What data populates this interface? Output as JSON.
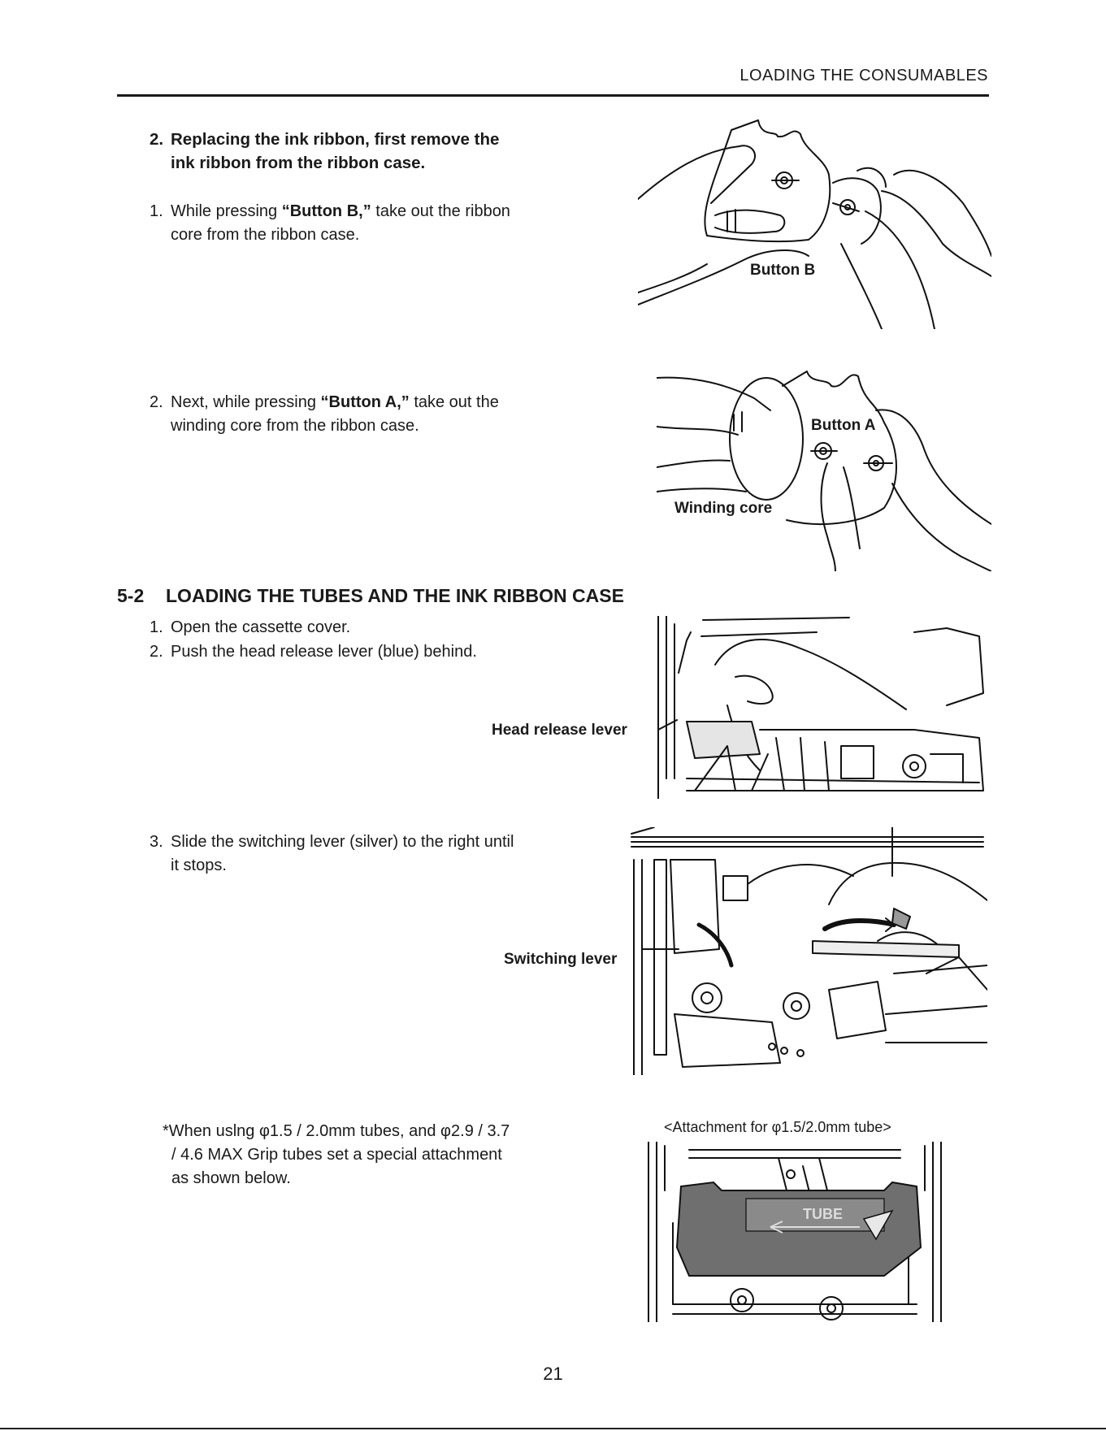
{
  "header": {
    "title": "LOADING THE CONSUMABLES"
  },
  "step_replace": {
    "number": "2.",
    "line1": "Replacing the ink ribbon, first remove the",
    "line2": "ink ribbon from the ribbon case."
  },
  "sub1": {
    "number": "1.",
    "pre": "While pressing ",
    "bold": "“Button B,”",
    "post": " take out the ribbon",
    "line2": "core from the ribbon case."
  },
  "sub2": {
    "number": "2.",
    "pre": "Next, while pressing ",
    "bold": "“Button A,”",
    "post": " take out the",
    "line2": "winding core from the ribbon case."
  },
  "figure_labels": {
    "button_b": "Button B",
    "button_a": "Button A",
    "winding_core": "Winding core",
    "head_release_lever": "Head release lever",
    "switching_lever": "Switching lever",
    "attachment_caption": "<Attachment for φ1.5/2.0mm tube>",
    "tube_mark": "TUBE"
  },
  "section": {
    "number": "5-2",
    "title": "LOADING THE TUBES AND THE INK RIBBON CASE"
  },
  "tube_steps": [
    {
      "number": "1.",
      "text": "Open the cassette cover."
    },
    {
      "number": "2.",
      "text": "Push the head release lever (blue) behind."
    },
    {
      "number": "3.",
      "text": "Slide the switching lever (silver) to the right until",
      "line2": "it stops."
    }
  ],
  "note": {
    "line1": "*When uslng φ1.5 / 2.0mm tubes, and φ2.9 / 3.7",
    "line2": "/ 4.6 MAX Grip tubes set a special attachment",
    "line3": "as shown below."
  },
  "footer": {
    "page_number": "21"
  }
}
